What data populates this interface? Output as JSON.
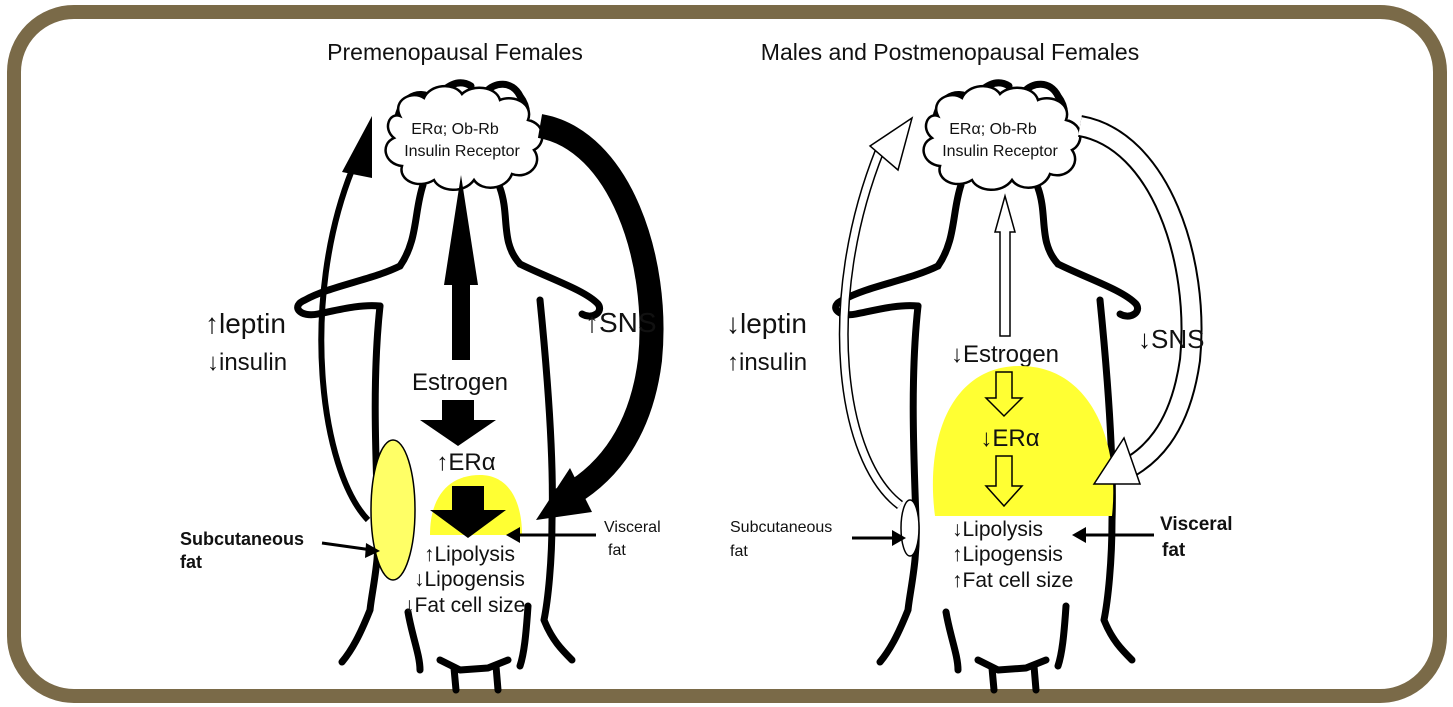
{
  "colors": {
    "frame": "#7a6a48",
    "fat": "#ffff33",
    "subcutaneous_fat_light": "#ffff66",
    "ink": "#000000",
    "background": "#ffffff"
  },
  "left_panel": {
    "title": "Premenopausal Females",
    "brain_line1": "ERα; Ob-Rb",
    "brain_line2": "Insulin Receptor",
    "leptin": "↑leptin",
    "insulin": "↓insulin",
    "sns": "↑SNS",
    "estrogen": "Estrogen",
    "era": "↑ERα",
    "effects": [
      "↑Lipolysis",
      "↓Lipogensis",
      "↓Fat cell size"
    ],
    "subcutaneous_line1": "Subcutaneous",
    "subcutaneous_line2": "fat",
    "visceral_line1": "Visceral",
    "visceral_line2": "fat"
  },
  "right_panel": {
    "title": "Males and Postmenopausal Females",
    "brain_line1": "ERα; Ob-Rb",
    "brain_line2": "Insulin Receptor",
    "leptin": "↓leptin",
    "insulin": "↑insulin",
    "sns": "↓SNS",
    "estrogen": "↓Estrogen",
    "era": "↓ERα",
    "effects": [
      "↓Lipolysis",
      "↑Lipogensis",
      "↑Fat cell size"
    ],
    "subcutaneous_line1": "Subcutaneous",
    "subcutaneous_line2": "fat",
    "visceral_line1": "Visceral",
    "visceral_line2": "fat"
  }
}
